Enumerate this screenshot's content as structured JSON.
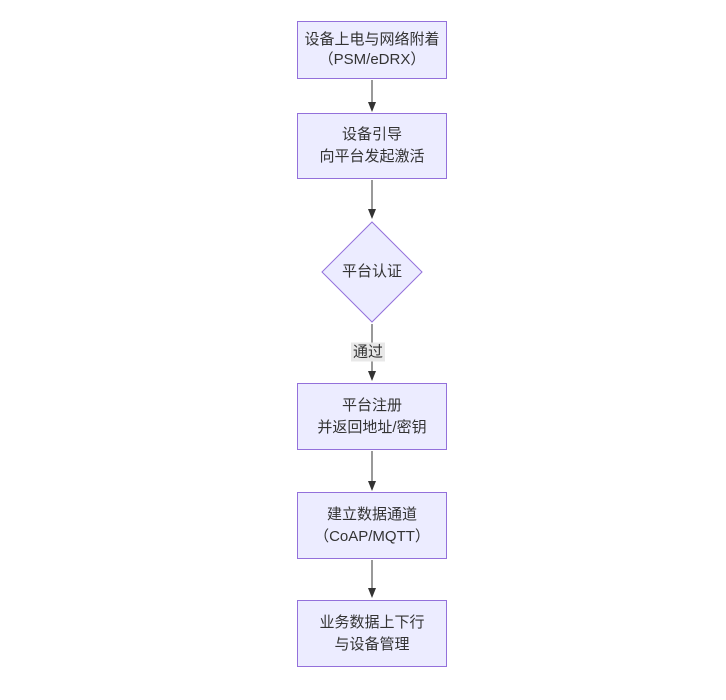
{
  "diagram": {
    "type": "flowchart",
    "direction": "top-down",
    "colors": {
      "canvas_bg": "#ffffff",
      "node_fill": "#ECECFF",
      "node_border": "#9370DB",
      "text_color": "#333333",
      "arrow_color": "#333333",
      "edge_label_bg": "#e8e8e8"
    },
    "nodes": [
      {
        "id": "power-on-attach",
        "shape": "rect",
        "lines": [
          "设备上电与网络附着",
          "（PSM/eDRX）"
        ]
      },
      {
        "id": "bootstrap-activate",
        "shape": "rect",
        "lines": [
          "设备引导",
          "向平台发起激活"
        ]
      },
      {
        "id": "platform-auth",
        "shape": "diamond",
        "lines": [
          "平台认证"
        ]
      },
      {
        "id": "platform-register",
        "shape": "rect",
        "lines": [
          "平台注册",
          "并返回地址/密钥"
        ]
      },
      {
        "id": "data-channel",
        "shape": "rect",
        "lines": [
          "建立数据通道",
          "（CoAP/MQTT）"
        ]
      },
      {
        "id": "business-ops",
        "shape": "rect",
        "lines": [
          "业务数据上下行",
          "与设备管理"
        ]
      }
    ],
    "edges": [
      {
        "from": "power-on-attach",
        "to": "bootstrap-activate",
        "label": ""
      },
      {
        "from": "bootstrap-activate",
        "to": "platform-auth",
        "label": ""
      },
      {
        "from": "platform-auth",
        "to": "platform-register",
        "label": "通过"
      },
      {
        "from": "platform-register",
        "to": "data-channel",
        "label": ""
      },
      {
        "from": "data-channel",
        "to": "business-ops",
        "label": ""
      }
    ]
  }
}
